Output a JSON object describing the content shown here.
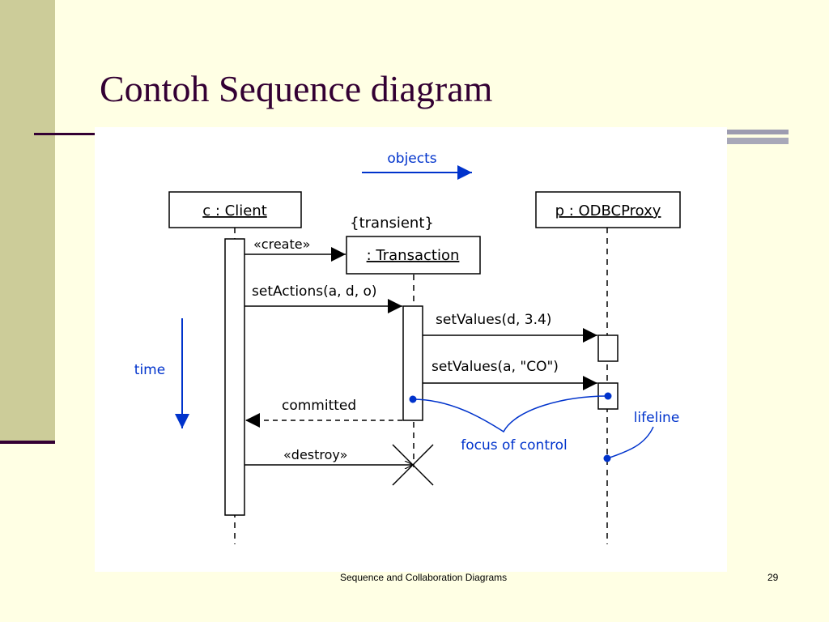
{
  "slide": {
    "title": "Contoh Sequence diagram",
    "footer": "Sequence and Collaboration Diagrams",
    "page_number": "29"
  },
  "colors": {
    "title": "#330033",
    "side_band": "#cccc99",
    "annotation_blue": "#0033cc",
    "background": "#ffffe4"
  },
  "diagram": {
    "objects": {
      "client": "c : Client",
      "transaction": ": Transaction",
      "proxy": "p : ODBCProxy"
    },
    "constraint": "{transient}",
    "messages": {
      "create": "«create»",
      "set_actions": "setActions(a, d, o)",
      "set_values_1": "setValues(d, 3.4)",
      "set_values_2": "setValues(a, \"CO\")",
      "committed": "committed",
      "destroy": "«destroy»"
    },
    "annotations": {
      "objects": "objects",
      "time": "time",
      "lifeline": "lifeline",
      "focus_of_control": "focus of control"
    }
  }
}
